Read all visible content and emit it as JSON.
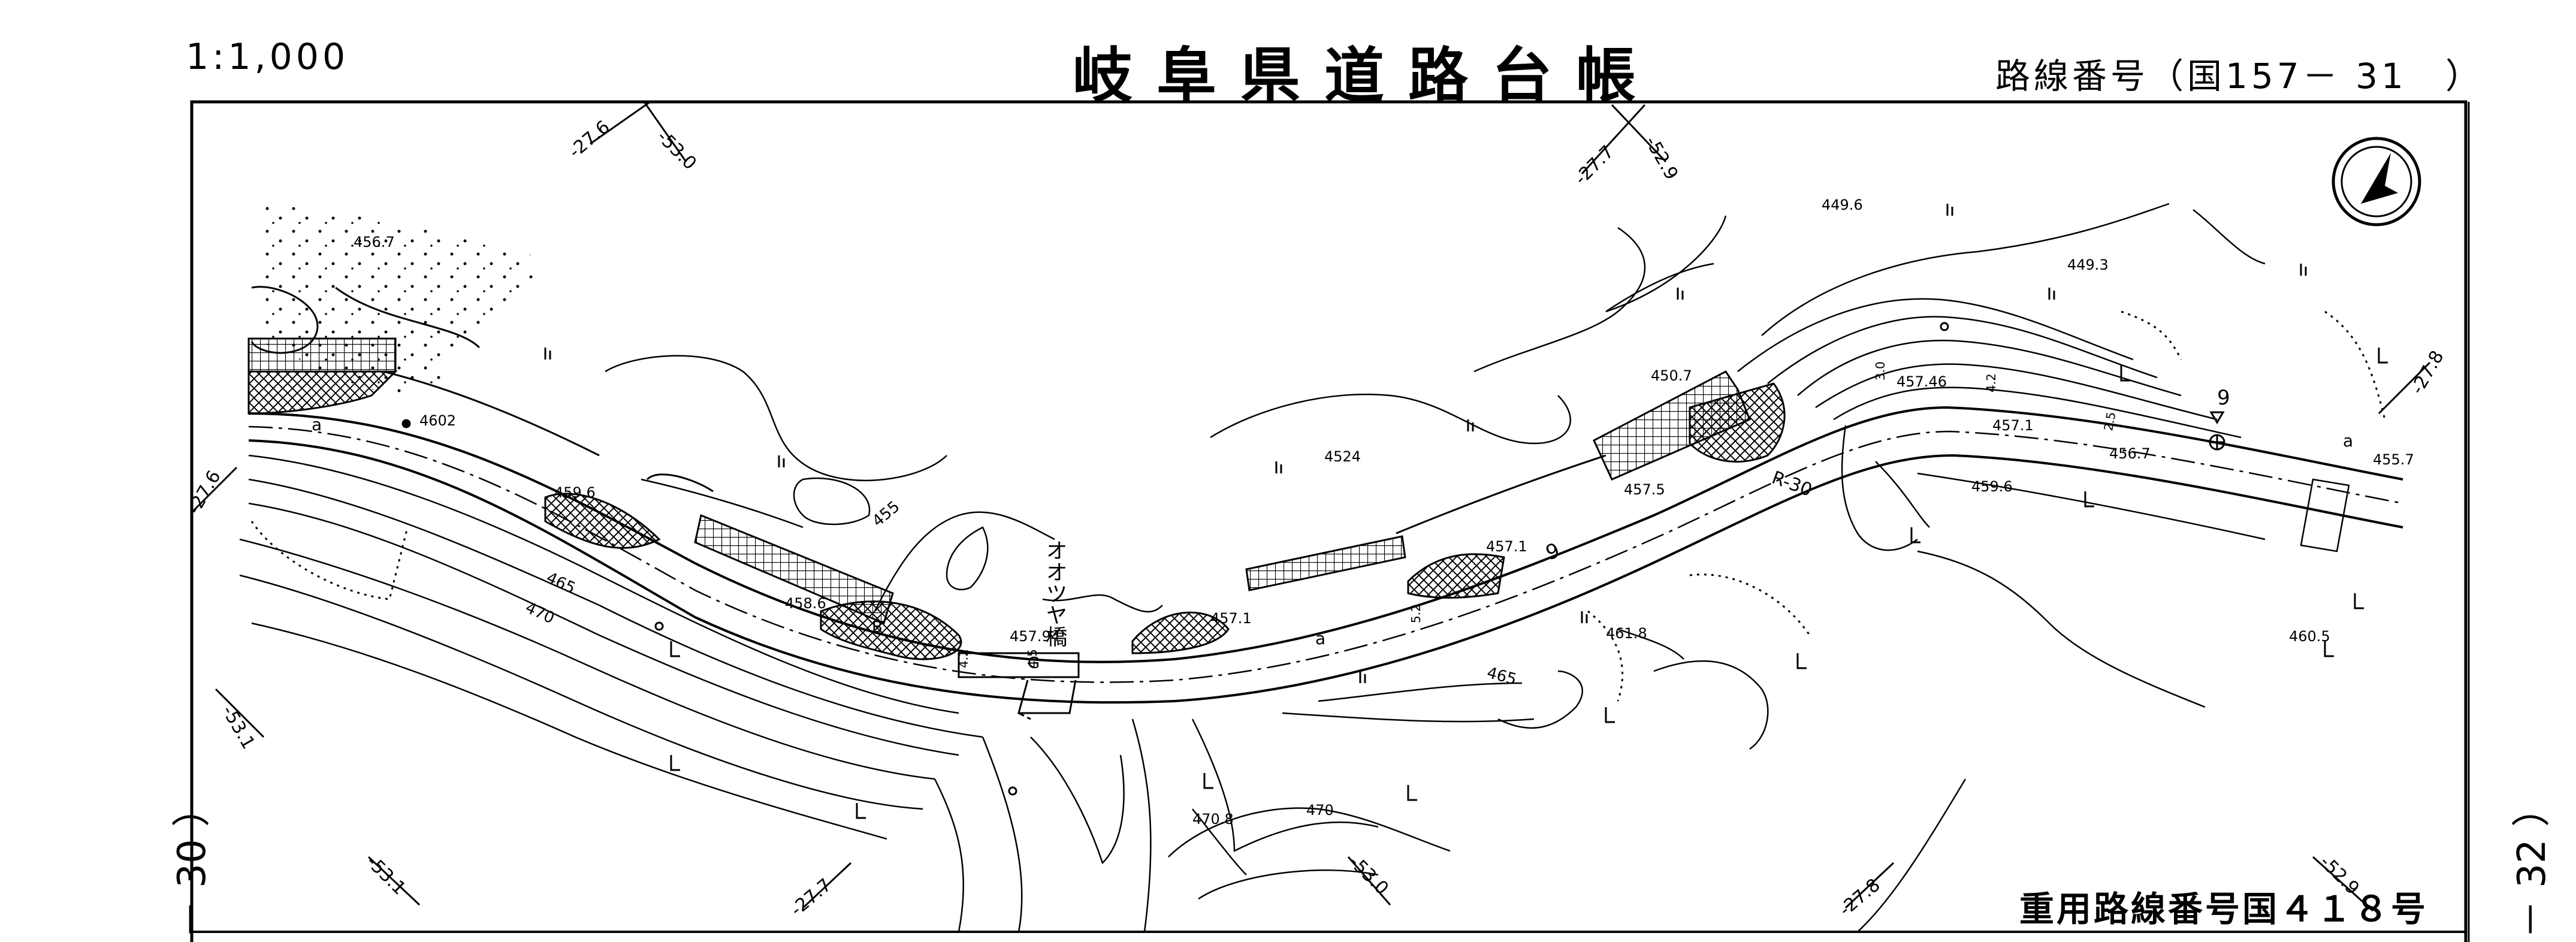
{
  "header": {
    "scale": "1:1,000",
    "title": "岐阜県道路台帳",
    "route_number": "路線番号（国157－ 31　）"
  },
  "footer": {
    "heavy_route": "重用路線番号国４１８号"
  },
  "sheet_refs": {
    "left": "－ 30 ）",
    "right": "－ 32 ）"
  },
  "coords": {
    "top_1": "-27.6",
    "top_2": "-53.0",
    "top_3": "-27.7",
    "top_4": "-52.9",
    "left_1": "-27.6",
    "left_2": "-53.1",
    "right_1": "-27.8",
    "bottom_1": "-53.1",
    "bottom_2": "-27.7",
    "bottom_3": "-53.0",
    "bottom_4": "-27.8",
    "bottom_5": "-52.9"
  },
  "elevations": {
    "e1": "456.7",
    "e2": "4602",
    "e3": "459.6",
    "e4": "458.6",
    "e5": "457.94",
    "e6": "457.1",
    "e7": "4524",
    "e8": "457.1",
    "e9": "457.5",
    "e10": "450.7",
    "e11": "457.46",
    "e12": "457.1",
    "e13": "456.7",
    "e14": "455.7",
    "e15": "449.6",
    "e16": "449.3",
    "e17": "459.6",
    "e18": "461.8",
    "e19": "460.5",
    "e20": "470.8",
    "e21": "470"
  },
  "contour_labels": {
    "c455": "455",
    "c465a": "465",
    "c470a": "470",
    "c465b": "465"
  },
  "road_labels": {
    "bridge_name": "オオツヤ橋",
    "curve": "R-30",
    "width_a": "a",
    "width_b": "a",
    "width_c": "a",
    "width_g1": "9",
    "width_g2": "9",
    "dim_42a": "4.2",
    "dim_42b": "4.2",
    "dim_52": "5.2",
    "dim_30": "3.0",
    "dim_45": "4.5",
    "dim_25": "2.5",
    "mark_b": "B",
    "mark_g": "G"
  },
  "colors": {
    "ink": "#000000",
    "paper": "#ffffff"
  },
  "icons": [
    "north-arrow-icon"
  ]
}
